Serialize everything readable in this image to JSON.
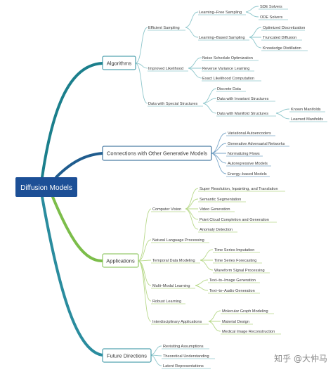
{
  "root": "Diffusion Models",
  "branches": [
    {
      "label": "Algorithms",
      "color": "#1b7f8c",
      "groups": [
        {
          "label": "Efficient Sampling",
          "subgroups": [
            {
              "label": "Learning–Free Sampling",
              "items": [
                "SDE Solvers",
                "ODE Solvers"
              ]
            },
            {
              "label": "Learning–Based Sampling",
              "items": [
                "Optimized Discretization",
                "Truncated Diffusion",
                "Knowledge Distillation"
              ]
            }
          ]
        },
        {
          "label": "Improved Likelihood",
          "items": [
            "Noise Schedule Optimization",
            "Reverse Variance Learning",
            "Exact Likelihood Computation"
          ]
        },
        {
          "label": "Data with Special Structures",
          "items": [
            "Discrete Data",
            "Data with Invariant Structures"
          ],
          "subgroups": [
            {
              "label": "Data with Manifold Structures",
              "items": [
                "Known Manifolds",
                "Learned Manifolds"
              ]
            }
          ]
        }
      ]
    },
    {
      "label": "Connections with Other Generative Models",
      "color": "#1f5c8e",
      "items": [
        "Variational Autoencoders",
        "Generative Adversarial Networks",
        "Normalizing Flows",
        "Autoregressive Models",
        "Energy–based Models"
      ]
    },
    {
      "label": "Applications",
      "color": "#7cbd4a",
      "groups": [
        {
          "label": "Computer Vision",
          "items": [
            "Super Resolution, Inpainting, and Translation",
            "Semantic Segmentation",
            "Video Generation",
            "Point Cloud Completion and Generation",
            "Anomaly Detection"
          ]
        },
        {
          "label": "Natural Language Processing"
        },
        {
          "label": "Temporal Data Modeling",
          "items": [
            "Time Series Imputation",
            "Time Series Forecasting",
            "Waveform Signal Processing"
          ]
        },
        {
          "label": "Multi–Modal Learning",
          "items": [
            "Text–to–Image Generation",
            "Text–to–Audio Generation"
          ]
        },
        {
          "label": "Robust Learning"
        },
        {
          "label": "Interdisciplinary Applications",
          "items": [
            "Molecular Graph Modeling",
            "Material Design",
            "Medical Image Reconstruction"
          ]
        }
      ]
    },
    {
      "label": "Future Directions",
      "color": "#2a8c9e",
      "items": [
        "Revisiting Assumptions",
        "Theoretical Understanding",
        "Latent Representations"
      ]
    }
  ],
  "watermark": "知乎 @大仲马",
  "colors": {
    "root_fill": "#1c4f96",
    "box_stroke_algorithms": "#2a8c9e",
    "box_stroke_connections": "#1f5c8e",
    "box_stroke_applications": "#7cbd4a",
    "box_stroke_future": "#2a8c9e",
    "leaf_line_algorithms": "#8fc7cc",
    "leaf_line_connections": "#7aa6c9",
    "leaf_line_applications": "#b8d98a",
    "leaf_line_future": "#8fc7cc"
  }
}
